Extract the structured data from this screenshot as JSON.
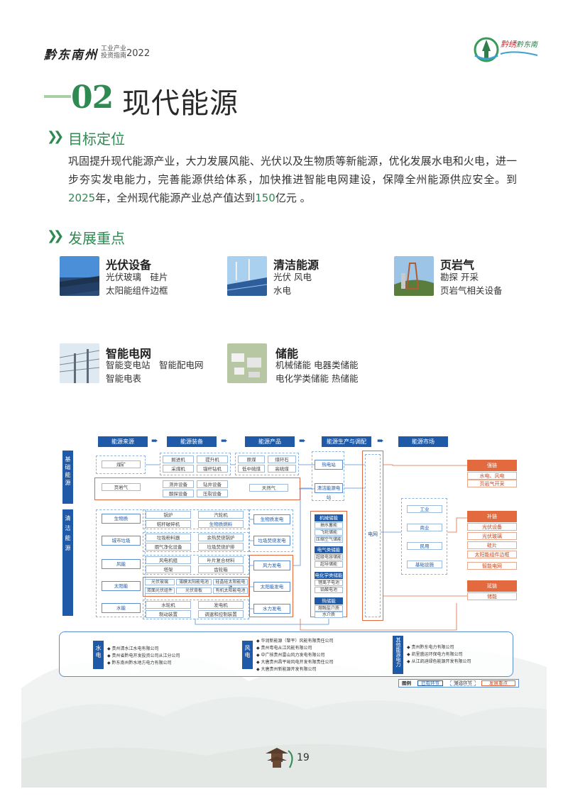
{
  "header": {
    "title": "黔东南州",
    "subtitle_line1": "工业产业",
    "subtitle_line2": "投资指南",
    "year": "2022",
    "logo_text": "黔绣 黔东南"
  },
  "section": {
    "number": "02",
    "name": "现代能源"
  },
  "goal": {
    "heading": "目标定位",
    "text_a": "巩固提升现代能源产业，大力发展风能、光伏以及生物质等新能源，优化发展水电和火电，进一步夯实发电能力，完善能源供给体系，加快推进智能电网建设，保障全州能源供应安全。到",
    "year": "2025",
    "text_b": "年，全州现代能源产业总产值达到",
    "value": "150",
    "text_c": "亿元 。"
  },
  "focus": {
    "heading": "发展重点",
    "cards": [
      {
        "title": "光伏设备",
        "line1": "光伏玻璃　硅片",
        "line2": "太阳能组件边框"
      },
      {
        "title": "清洁能源",
        "line1": "光伏  风电",
        "line2": "水电"
      },
      {
        "title": "页岩气",
        "line1": "勘探  开采",
        "line2": "页岩气相关设备"
      },
      {
        "title": "智能电网",
        "line1": "智能变电站　智能配电网",
        "line2": "智能电表"
      },
      {
        "title": "储能",
        "line1": "机械储能  电器类储能",
        "line2": "电化学类储能  热储能"
      }
    ]
  },
  "diagram": {
    "stages": [
      "能源来源",
      "能源装备",
      "能源产品",
      "能源生产与调配",
      "能源市场"
    ],
    "side_base": "基础能源",
    "side_clean": "清洁能源",
    "coal": "煤矿",
    "coal_equip": [
      "掘进机",
      "提升机",
      "采煤机",
      "锚杆钻机"
    ],
    "coal_products": [
      "原煤",
      "煤矸石",
      "低中硫煤",
      "高硫煤"
    ],
    "shale": "页岩气",
    "shale_equip": [
      "测井设备",
      "钻井设备",
      "酸探设备",
      "压裂设备"
    ],
    "shale_product": "天然气",
    "thermal": "热电站",
    "clean_station": "清洁能源电站",
    "sources": [
      "生物质",
      "城市垃圾",
      "风能",
      "太阳能",
      "水能"
    ],
    "bio_equip": [
      "锅炉",
      "汽轮机",
      "秸秆破碎机",
      "生物质燃料"
    ],
    "waste_equip": [
      "垃圾粉料器",
      "余热焚烧锅炉",
      "烟气净化设备",
      "垃圾焚烧炉排"
    ],
    "wind_equip": [
      "风电机组",
      "叶片复合材料",
      "塔架",
      "齿轮箱"
    ],
    "solar_equip": [
      "光伏玻璃",
      "薄膜太阳能电池",
      "硅晶硅太阳能电池",
      "双面光伏组件",
      "光伏背板",
      "有机太阳能电池"
    ],
    "hydro_equip": [
      "水轮机",
      "发电机",
      "制动装置",
      "调速和控制装置"
    ],
    "gen": [
      "生物质发电",
      "垃圾焚烧发电",
      "风力发电",
      "太阳能发电",
      "水力发电"
    ],
    "storage": [
      {
        "title": "机械储能",
        "items": [
          "抽水蓄能",
          "飞轮储能",
          "压缩空气储能"
        ]
      },
      {
        "title": "电气类储能",
        "items": [
          "超级电容储能",
          "超导储能"
        ]
      },
      {
        "title": "电化学类储能",
        "items": [
          "锂离子电池",
          "铅酸电池"
        ]
      },
      {
        "title": "热储能",
        "items": [
          "熔融盐介质",
          "水介质"
        ]
      }
    ],
    "grid": "电网",
    "market": [
      "工业",
      "商业",
      "民用",
      "基础设施"
    ],
    "strong": {
      "title": "强链",
      "items": [
        "水电、风电",
        "页岩气开采"
      ]
    },
    "supp": {
      "title": "补链",
      "items": [
        "光伏设备",
        "光伏玻璃",
        "硅片",
        "太阳能组件边框",
        "智能电网"
      ]
    },
    "ext": {
      "title": "延链",
      "items": [
        "储能"
      ]
    },
    "companies": {
      "hydro_label": "水电",
      "hydro": [
        "贵州清水江水电有限公司",
        "贵州省黔电开发投资公司从江分公司",
        "黔东南州黔水地方电力有限公司"
      ],
      "wind_label": "风电",
      "wind": [
        "华润新能源（黎平）风能有限责任公司",
        "贵州粤电从江风能有限公司",
        "中广核贵州雷山风力发电有限公司",
        "大唐贵州昌平坳风电开发有限责任公司",
        "大唐贵州新能源开发有限公司"
      ],
      "other_label": "其他能源电力",
      "other": [
        "贵州黔东电力有限公司",
        "凯里盛运环保电力有限公司",
        "从江凯迪绿色能源开发有限公司"
      ]
    },
    "legend": {
      "label": "图例",
      "a": "已有环节",
      "b": "薄弱环节",
      "c": "发展重点"
    }
  },
  "page": {
    "number": "19"
  },
  "colors": {
    "green": "#2e8a50",
    "blue": "#1f5aa8",
    "orange": "#e26a3e"
  }
}
